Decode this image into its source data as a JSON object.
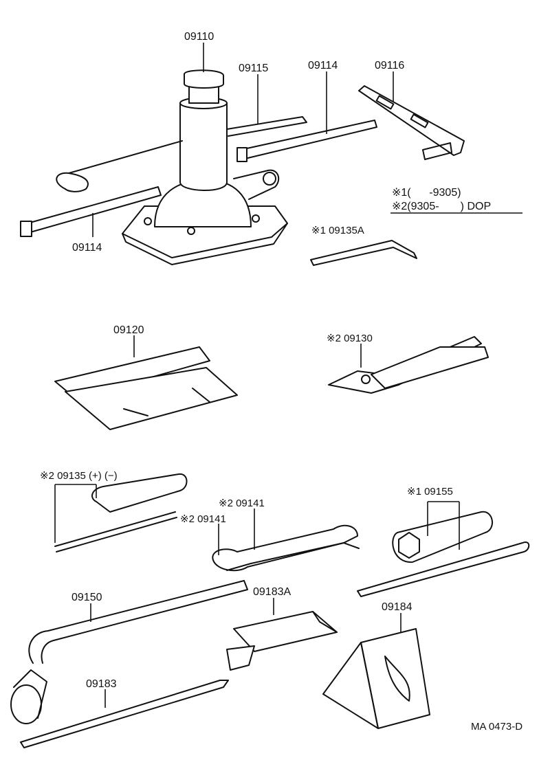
{
  "legend": {
    "line1": "※1(      -9305)",
    "line2": "※2(9305-       ) DOP"
  },
  "labels": {
    "p09110": "09110",
    "p09115": "09115",
    "p09114_top": "09114",
    "p09116": "09116",
    "p09114_left": "09114",
    "p09135A": "※1 09135A",
    "p09120": "09120",
    "p09130": "※2 09130",
    "p09135": "※2 09135 (+) (−)",
    "p09141_a": "※2 09141",
    "p09141_b": "※2 09141",
    "p09155": "※1 09155",
    "p09150": "09150",
    "p09183A": "09183A",
    "p09184": "09184",
    "p09183": "09183"
  },
  "diagram_code": "MA 0473-D"
}
